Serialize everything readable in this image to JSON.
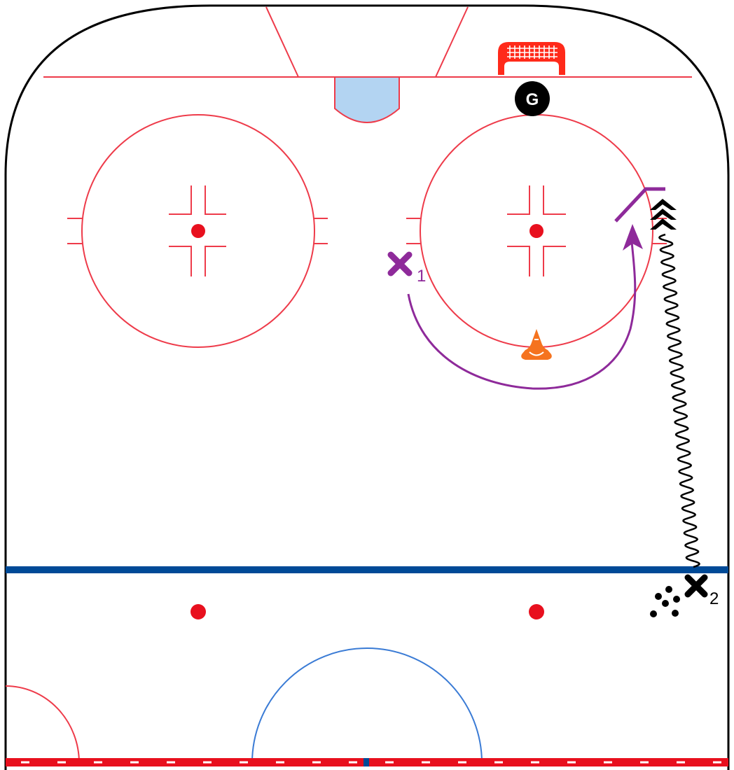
{
  "colors": {
    "boards": "#000000",
    "red_line": "#ee3b4a",
    "blue_line": "#004a97",
    "crease": "#b3d4f2",
    "net": "#ff2a1a",
    "player_1": "#8e2a9a",
    "player_2": "#000000",
    "cone": "#f5731f",
    "goalie": "#000000",
    "center_circle": "#3a7bd5"
  },
  "goalie": {
    "label": "G",
    "icon": "goalie-circle"
  },
  "players": [
    {
      "id": "player-1",
      "icon": "x-mark",
      "number": "1"
    },
    {
      "id": "player-2",
      "icon": "x-mark",
      "number": "2"
    }
  ],
  "props": [
    {
      "id": "cone",
      "icon": "traffic-cone"
    },
    {
      "id": "net",
      "icon": "hockey-net"
    },
    {
      "id": "pucks",
      "icon": "puck-pile"
    }
  ],
  "paths": [
    {
      "id": "player-1-skate",
      "type": "skate-with-arrow"
    },
    {
      "id": "player-2-stickhandle",
      "type": "wavy-with-stop"
    }
  ]
}
